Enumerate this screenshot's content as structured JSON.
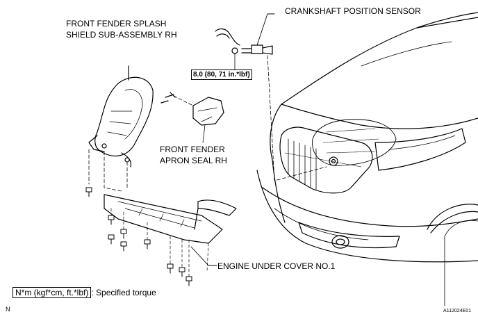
{
  "labels": {
    "splash_shield_line1": "FRONT FENDER SPLASH",
    "splash_shield_line2": "SHIELD SUB-ASSEMBLY RH",
    "crankshaft_sensor": "CRANKSHAFT POSITION SENSOR",
    "apron_seal_line1": "FRONT FENDER",
    "apron_seal_line2": "APRON SEAL RH",
    "engine_under_cover": "ENGINE UNDER COVER NO.1"
  },
  "torque": {
    "value": "8.0 (80, 71 in.*lbf)"
  },
  "legend": {
    "unit": "N*m (kgf*cm, ft.*lbf)",
    "text": ": Specified torque"
  },
  "corner": {
    "left": "N",
    "right": "A112024E01"
  }
}
